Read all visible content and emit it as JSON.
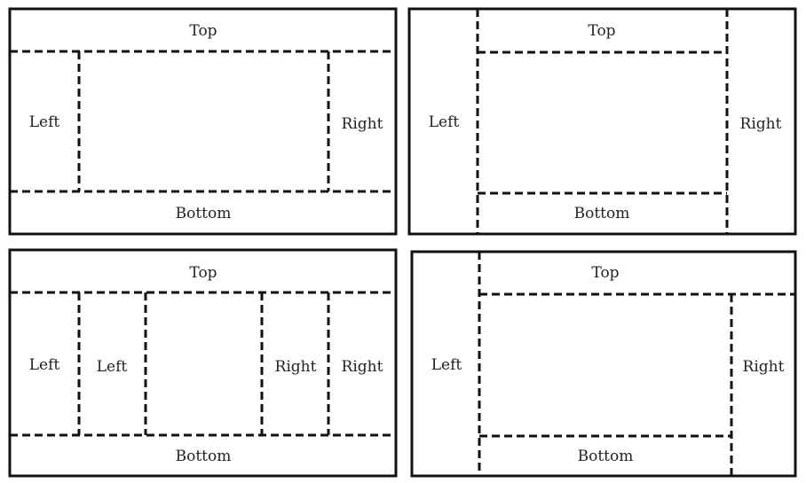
{
  "colors": {
    "stroke": "#111111",
    "background": "#ffffff",
    "text": "#222222"
  },
  "panels": [
    {
      "id": "top-left",
      "labels": {
        "top": "Top",
        "bottom": "Bottom",
        "left_outer": "Left",
        "right_outer": "Right"
      }
    },
    {
      "id": "top-right",
      "labels": {
        "top": "Top",
        "bottom": "Bottom",
        "left_outer": "Left",
        "right_outer": "Right"
      }
    },
    {
      "id": "bottom-left",
      "labels": {
        "top": "Top",
        "bottom": "Bottom",
        "left_outer": "Left",
        "left_inner": "Left",
        "right_inner": "Right",
        "right_outer": "Right"
      }
    },
    {
      "id": "bottom-right",
      "labels": {
        "top": "Top",
        "bottom": "Bottom",
        "left_outer": "Left",
        "right_outer": "Right"
      }
    }
  ]
}
